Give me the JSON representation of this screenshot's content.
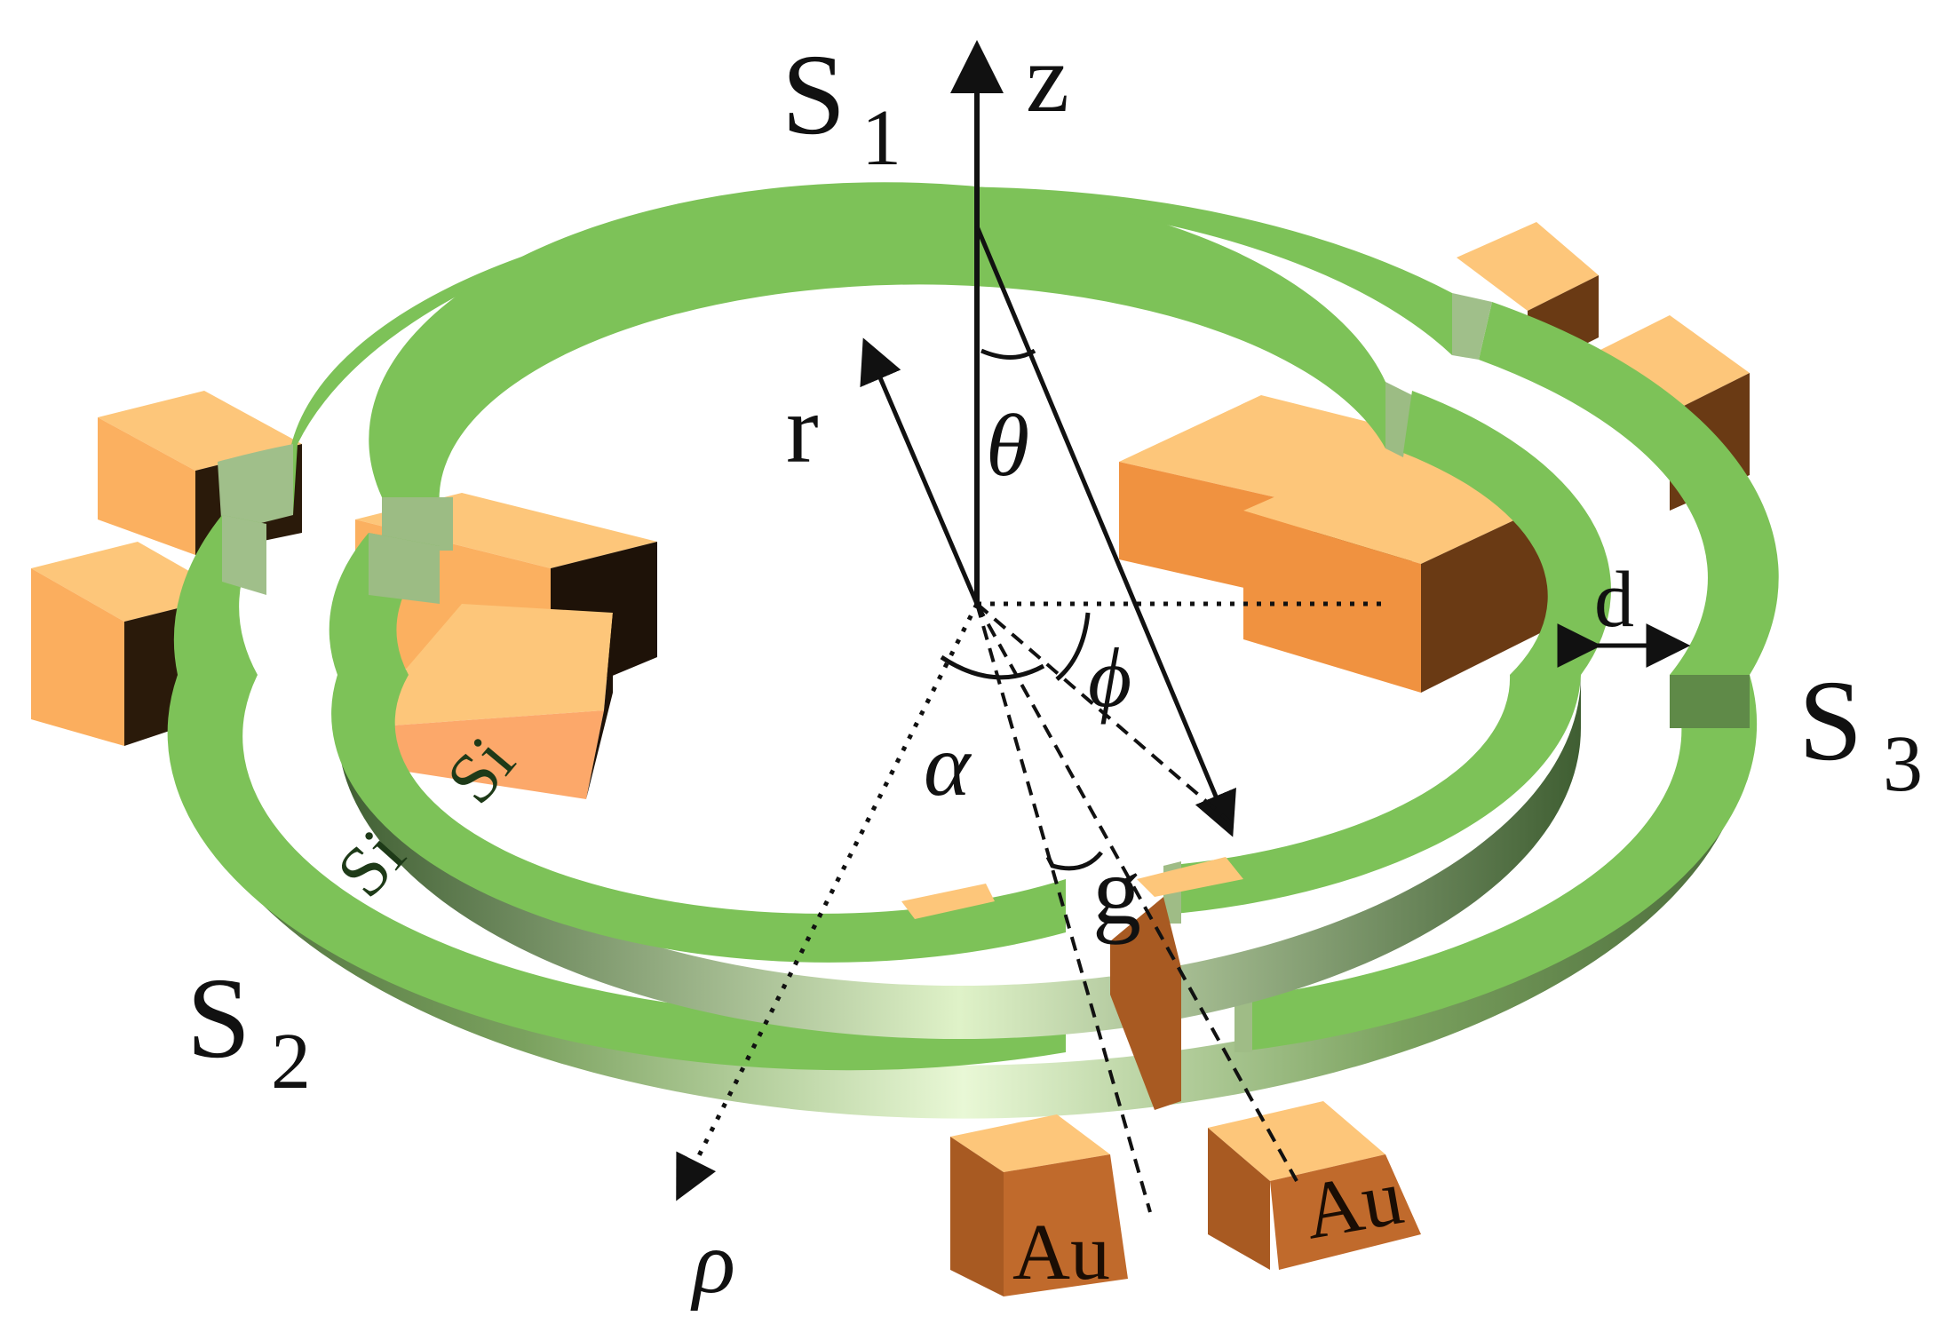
{
  "labels": {
    "s1": "S",
    "s1_sub": "1",
    "s2": "S",
    "s2_sub": "2",
    "s3": "S",
    "s3_sub": "3",
    "z": "z",
    "r": "r",
    "theta": "θ",
    "phi": "ϕ",
    "alpha": "α",
    "rho": "ρ",
    "d": "d",
    "g": "g",
    "si_outer": "Si",
    "si_inner": "Si",
    "au_left": "Au",
    "au_right": "Au"
  },
  "colors": {
    "ring_top": "#7dc258",
    "ring_side_light": "#e9f8d6",
    "ring_side_dark": "#4a6a3a",
    "block_light": "#fdc67a",
    "block_mid": "#f09240",
    "block_dark": "#6a3a14",
    "block_shadow": "#2a1a0a",
    "axis": "#111111"
  }
}
